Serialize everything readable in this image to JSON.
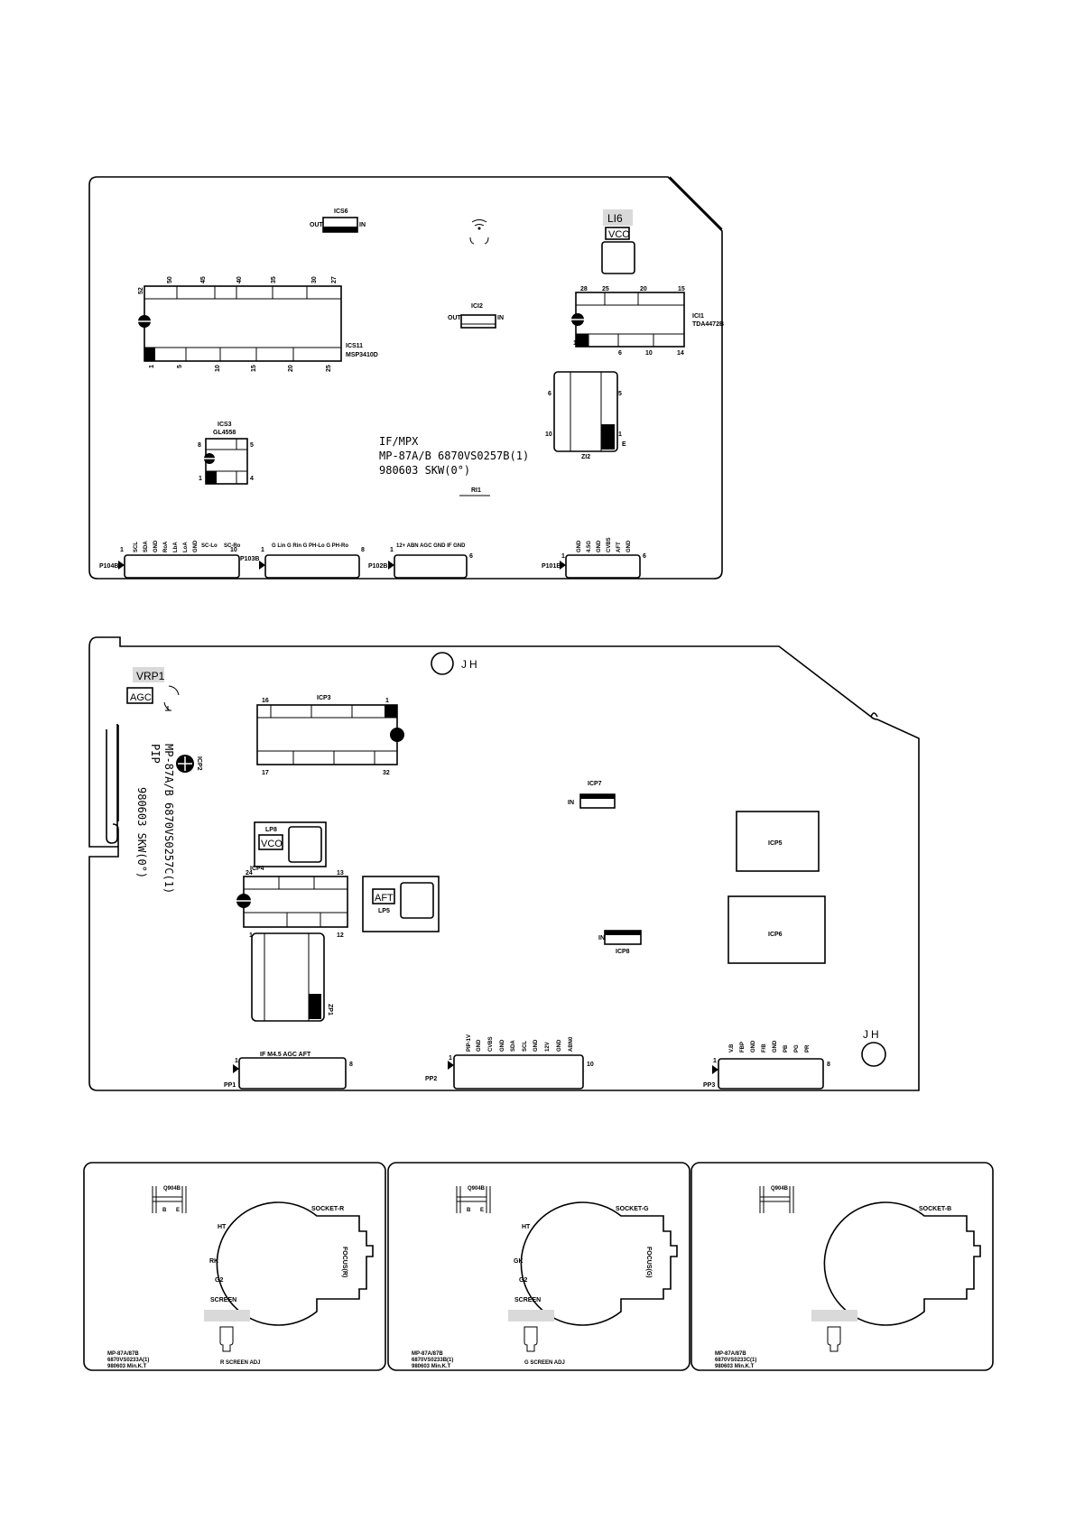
{
  "board_if": {
    "ics6": "ICS6",
    "ics6_out": "OUT",
    "ics6_in": "IN",
    "li6": "LI6",
    "li6_vco": "VCO",
    "ics11_pins_top": [
      "52",
      "50",
      "45",
      "40",
      "35",
      "30",
      "27"
    ],
    "ics11_pins_bottom": [
      "1",
      "5",
      "10",
      "15",
      "20",
      "25"
    ],
    "ics11": "ICS11",
    "ics11_part": "MSP3410D",
    "ici2": "ICI2",
    "ici2_out": "OUT",
    "ici2_in": "IN",
    "ici1_pins_top": [
      "28",
      "25",
      "20",
      "15"
    ],
    "ici1_pins_bottom": [
      "1",
      "6",
      "10",
      "14"
    ],
    "ici1": "ICI1",
    "ici1_part": "TDA4472B",
    "zi2": "ZI2",
    "zi2_pins": [
      "6",
      "5",
      "10",
      "1",
      "E"
    ],
    "ics3": "ICS3",
    "ics3_part": "GL4558",
    "ics3_pins": [
      "8",
      "5",
      "1",
      "4"
    ],
    "title1": "IF/MPX",
    "title2": "MP-87A/B 6870VS0257B(1)",
    "title3": "980603  SKW(0°)",
    "ri1": "RI1",
    "p104b": "P104B",
    "p104b_pins": [
      "1",
      "10"
    ],
    "p104b_signals": [
      "SCL",
      "SDA",
      "GND",
      "RoA",
      "LbA",
      "LoA",
      "GND",
      "SC-Lo",
      "SC-Ro"
    ],
    "p103b": "P103B",
    "p103b_pins": [
      "1",
      "8"
    ],
    "p103b_signals": "G  Lin  G  Rin G  PH-Lo G  PH-Ro",
    "p102b": "P102B",
    "p102b_pins": [
      "1",
      "6"
    ],
    "p102b_signals": "12+  ABN  AGC GND  IF GND",
    "p101b": "P101B",
    "p101b_pins": [
      "1",
      "6"
    ],
    "p101b_signals": [
      "GND",
      "4.5G",
      "GND",
      "CVBS",
      "AFT",
      "GND"
    ]
  },
  "board_pip": {
    "jh_top": "JH",
    "jh_right": "JH",
    "vrp1": "VRP1",
    "vrp1_agc": "AGC",
    "icp3": "ICP3",
    "icp3_pins": [
      "16",
      "1",
      "17",
      "32"
    ],
    "icp2": "ICP2",
    "side1": "MP-87A/B 6870VS0257C(1)",
    "side2": "PIP",
    "side3": "980603 SKW(0°)",
    "lp8": "LP8",
    "lp8_vco": "VCO",
    "icp4": "ICP4",
    "icp4_pins": [
      "24",
      "13",
      "1",
      "12"
    ],
    "lp5": "LP5",
    "lp5_aft": "AFT",
    "zp1": "ZP1",
    "icp7": "ICP7",
    "icp7_in": "IN",
    "icp8": "ICP8",
    "icp8_in": "IN",
    "icp5": "ICP5",
    "icp6": "ICP6",
    "pp1": "PP1",
    "pp1_pins": [
      "1",
      "8"
    ],
    "pp1_signals": "IF          M4.5    AGC  AFT",
    "pp2": "PP2",
    "pp2_pins": [
      "1",
      "10"
    ],
    "pp2_signals": [
      "PIP-1V",
      "GND",
      "CVBS",
      "GND",
      "SDA",
      "SCL",
      "GND",
      "12V",
      "GND",
      "ABN0"
    ],
    "pp3": "PP3",
    "pp3_pins": [
      "1",
      "8"
    ],
    "pp3_signals": [
      "V.B",
      "FBP",
      "GND",
      "F/B",
      "GND",
      "PB",
      "PG",
      "PR"
    ]
  },
  "boards_crt": [
    {
      "socket": "SOCKET-R",
      "focus": "FOCUS(R)",
      "has_focus": true,
      "labels": [
        "HT",
        "RK",
        "G2",
        "SCREEN"
      ],
      "has_labels": true,
      "adj": "R SCREEN ADJ",
      "t1": "MP-87A/87B",
      "t2": "6870VS0233A(1)",
      "t3": "980603 Min.K.T",
      "tr": "Q904B",
      "tr_pins": [
        "B",
        "E"
      ]
    },
    {
      "socket": "SOCKET-G",
      "focus": "FOCUS(G)",
      "has_focus": true,
      "labels": [
        "HT",
        "GK",
        "G2",
        "SCREEN"
      ],
      "has_labels": true,
      "adj": "G SCREEN ADJ",
      "t1": "MP-87A/87B",
      "t2": "6870VS0233B(1)",
      "t3": "980603 Min.K.T",
      "tr": "Q904B",
      "tr_pins": [
        "B",
        "E"
      ]
    },
    {
      "socket": "SOCKET-B",
      "focus": "",
      "has_focus": false,
      "labels": [],
      "has_labels": false,
      "adj": "",
      "t1": "MP-87A/87B",
      "t2": "6870VS0233C(1)",
      "t3": "980603 Min.K.T",
      "tr": "Q904B",
      "tr_pins": []
    }
  ]
}
